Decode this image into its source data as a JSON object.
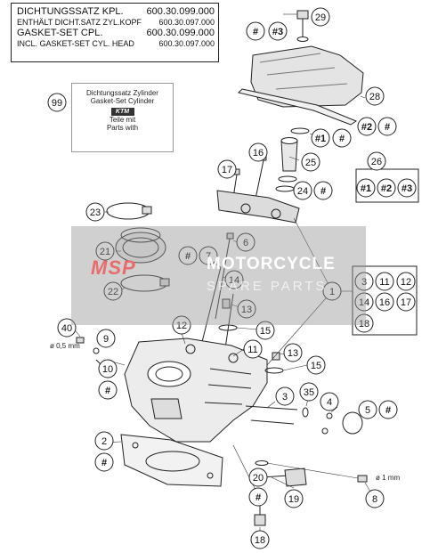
{
  "infobox": {
    "line1_label": "DICHTUNGSSATZ KPL.",
    "line1_number": "600.30.099.000",
    "line2_label": "ENTHÄLT DICHT.SATZ ZYL.KOPF",
    "line2_number": "600.30.097.000",
    "line3_label": "GASKET-SET CPL.",
    "line3_number": "600.30.099.000",
    "line4_label": "INCL. GASKET-SET CYL. HEAD",
    "line4_number": "600.30.097.000"
  },
  "kitcard": {
    "callout": "99",
    "line1": "Dichtungssatz Zylinder",
    "line2": "Gasket-Set Cylinder",
    "logo": "KTM",
    "line3": "Teile mit",
    "line4": "Parts with",
    "mark": "#"
  },
  "watermark": {
    "brand": "MSP",
    "title": "MOTORCYCLE",
    "subtitle": "SPARE PARTS"
  },
  "dimensions": {
    "left": "ø 0,5 mm",
    "right": "ø 1 mm"
  },
  "callouts": [
    {
      "id": "cap-screw",
      "text": "29"
    },
    {
      "id": "hash-top-a",
      "text": "#"
    },
    {
      "id": "hash3-top",
      "text": "#3"
    },
    {
      "id": "valve-cover-gasket",
      "text": "28"
    },
    {
      "id": "hash2-right",
      "text": "#2"
    },
    {
      "id": "hash-right-a",
      "text": "#"
    },
    {
      "id": "hash1-mid",
      "text": "#1"
    },
    {
      "id": "hash-mid-a",
      "text": "#"
    },
    {
      "id": "screw-16",
      "text": "16"
    },
    {
      "id": "screw-17",
      "text": "17"
    },
    {
      "id": "tube-25",
      "text": "25"
    },
    {
      "id": "oring-24",
      "text": "24"
    },
    {
      "id": "hash-mid-b",
      "text": "#"
    },
    {
      "id": "kit-26",
      "text": "26"
    },
    {
      "id": "kit-hash1",
      "text": "#1"
    },
    {
      "id": "kit-hash2",
      "text": "#2"
    },
    {
      "id": "kit-hash3",
      "text": "#3"
    },
    {
      "id": "clamp-23",
      "text": "23"
    },
    {
      "id": "intake-21",
      "text": "21"
    },
    {
      "id": "clamp-22",
      "text": "22"
    },
    {
      "id": "hash-left-a",
      "text": "#"
    },
    {
      "id": "stud-7",
      "text": "7"
    },
    {
      "id": "stud-6",
      "text": "6"
    },
    {
      "id": "washer-14",
      "text": "14"
    },
    {
      "id": "nut-13a",
      "text": "13"
    },
    {
      "id": "head-1",
      "text": "1"
    },
    {
      "id": "set-3",
      "text": "3"
    },
    {
      "id": "set-11",
      "text": "11"
    },
    {
      "id": "set-12",
      "text": "12"
    },
    {
      "id": "set-14",
      "text": "14"
    },
    {
      "id": "set-16",
      "text": "16"
    },
    {
      "id": "set-17",
      "text": "17"
    },
    {
      "id": "set-18",
      "text": "18"
    },
    {
      "id": "screw-12",
      "text": "12"
    },
    {
      "id": "plug-15a",
      "text": "15"
    },
    {
      "id": "bolt-11",
      "text": "11"
    },
    {
      "id": "nut-13b",
      "text": "13"
    },
    {
      "id": "plug-15b",
      "text": "15"
    },
    {
      "id": "jet-40",
      "text": "40"
    },
    {
      "id": "washer-9",
      "text": "9"
    },
    {
      "id": "screw-10",
      "text": "10"
    },
    {
      "id": "hash-left-b",
      "text": "#"
    },
    {
      "id": "stud-3",
      "text": "3"
    },
    {
      "id": "sensor-35",
      "text": "35"
    },
    {
      "id": "nut-4",
      "text": "4"
    },
    {
      "id": "oring-5",
      "text": "5"
    },
    {
      "id": "hash-right-b",
      "text": "#"
    },
    {
      "id": "gasket-2",
      "text": "2"
    },
    {
      "id": "hash-left-c",
      "text": "#"
    },
    {
      "id": "ring-20",
      "text": "20"
    },
    {
      "id": "hash-bottom",
      "text": "#"
    },
    {
      "id": "sensor-19",
      "text": "19"
    },
    {
      "id": "jet-8",
      "text": "8"
    },
    {
      "id": "plug-18",
      "text": "18"
    }
  ]
}
